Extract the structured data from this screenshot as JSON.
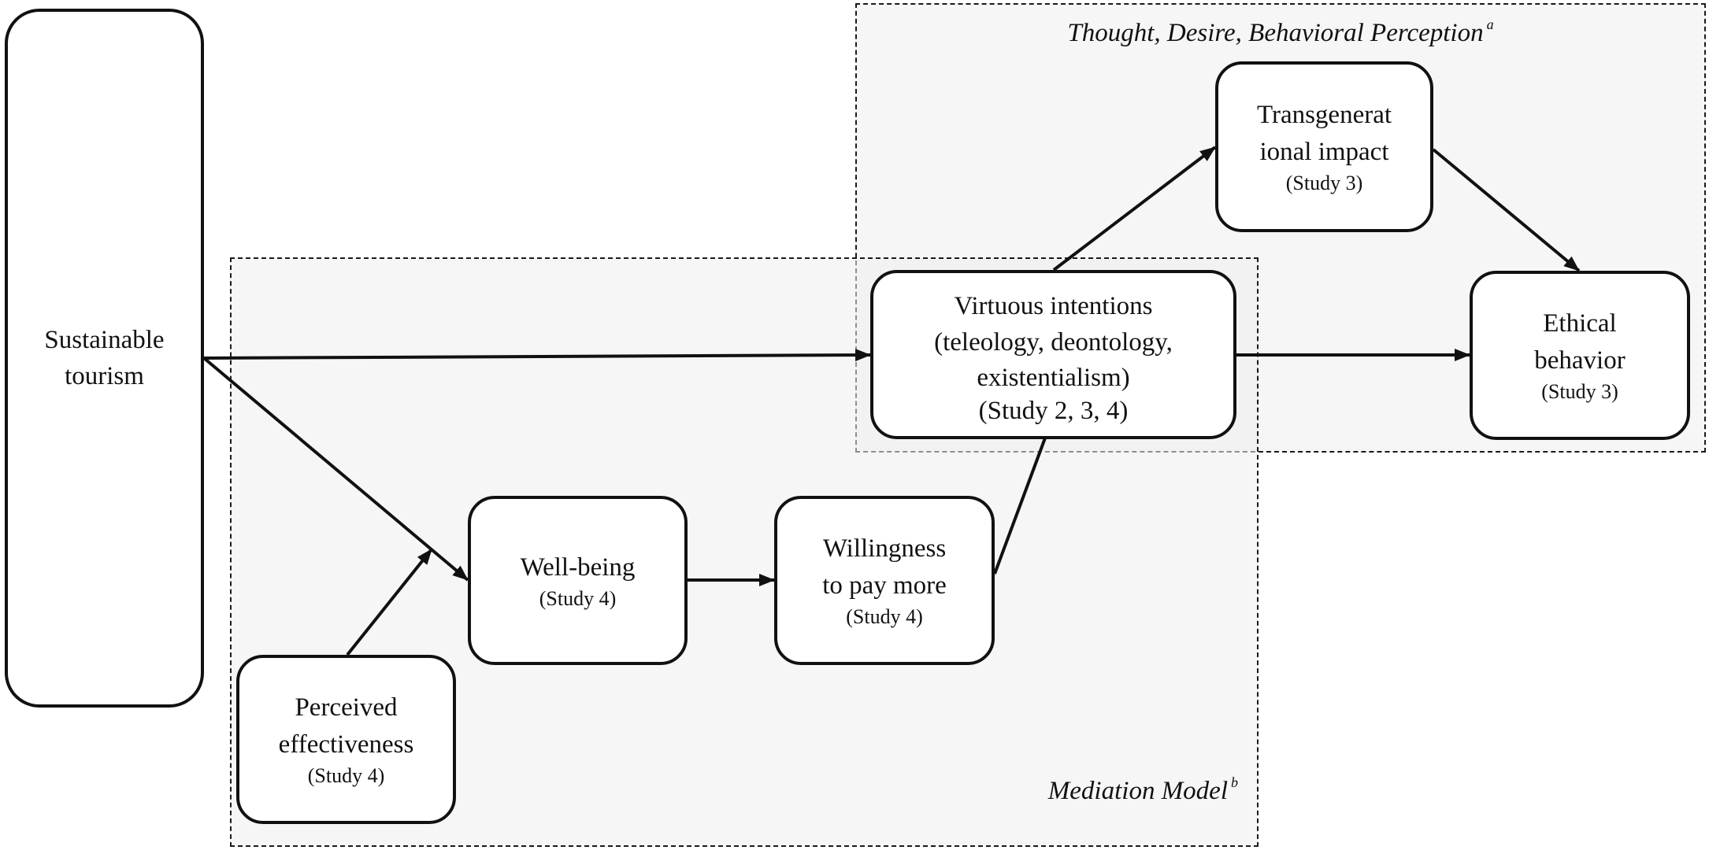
{
  "regions": {
    "thought": {
      "label": "Thought, Desire, Behavioral Perception",
      "marker": "a"
    },
    "mediation": {
      "label": "Mediation Model",
      "marker": "b"
    }
  },
  "nodes": {
    "sustainable": {
      "title_lines": [
        "Sustainable",
        "tourism"
      ]
    },
    "transgenerational": {
      "title_lines": [
        "Transgenerat",
        "ional impact"
      ],
      "study": "(Study 3)"
    },
    "virtuous": {
      "title_lines": [
        "Virtuous intentions",
        "(teleology, deontology,",
        "existentialism)"
      ],
      "study": "(Study 2, 3, 4)"
    },
    "ethical": {
      "title_lines": [
        "Ethical",
        "behavior"
      ],
      "study": "(Study 3)"
    },
    "wellbeing": {
      "title_lines": [
        "Well-being"
      ],
      "study": "(Study 4)"
    },
    "willingness": {
      "title_lines": [
        "Willingness",
        "to pay more"
      ],
      "study": "(Study 4)"
    },
    "perceived": {
      "title_lines": [
        "Perceived",
        "effectiveness"
      ],
      "study": "(Study 4)"
    }
  },
  "edges": [
    {
      "from": "Sustainable tourism",
      "to": "Virtuous intentions"
    },
    {
      "from": "Sustainable tourism",
      "to": "Well-being"
    },
    {
      "from": "Perceived effectiveness",
      "to": "Well-being"
    },
    {
      "from": "Well-being",
      "to": "Willingness to pay more"
    },
    {
      "from": "Willingness to pay more",
      "to": "Virtuous intentions"
    },
    {
      "from": "Virtuous intentions",
      "to": "Transgenerational impact"
    },
    {
      "from": "Virtuous intentions",
      "to": "Ethical behavior"
    },
    {
      "from": "Transgenerational impact",
      "to": "Ethical behavior"
    }
  ],
  "colors": {
    "line": "#111111",
    "region_fill": "#eeeeee",
    "node_fill": "#ffffff"
  }
}
